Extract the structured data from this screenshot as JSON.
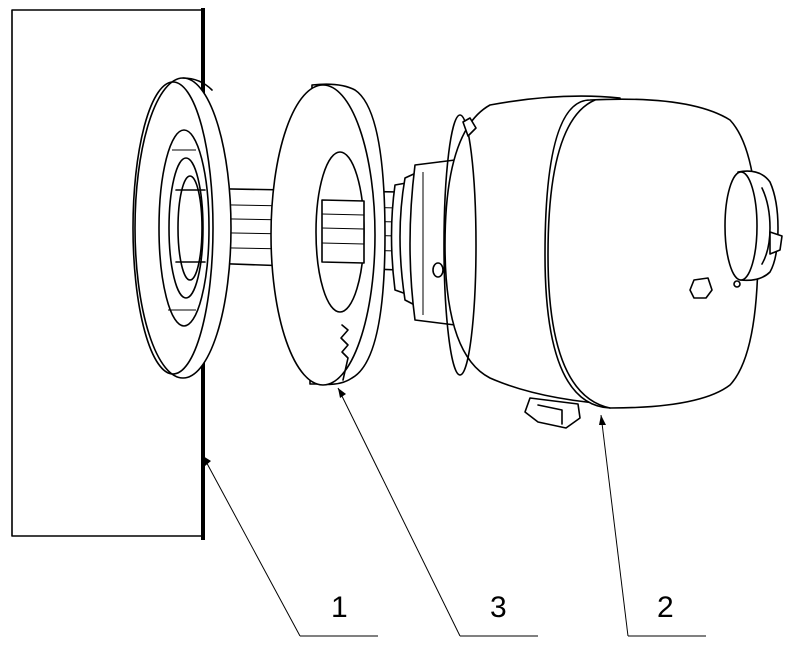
{
  "callouts": [
    {
      "label": "1"
    },
    {
      "label": "3"
    },
    {
      "label": "2"
    }
  ]
}
